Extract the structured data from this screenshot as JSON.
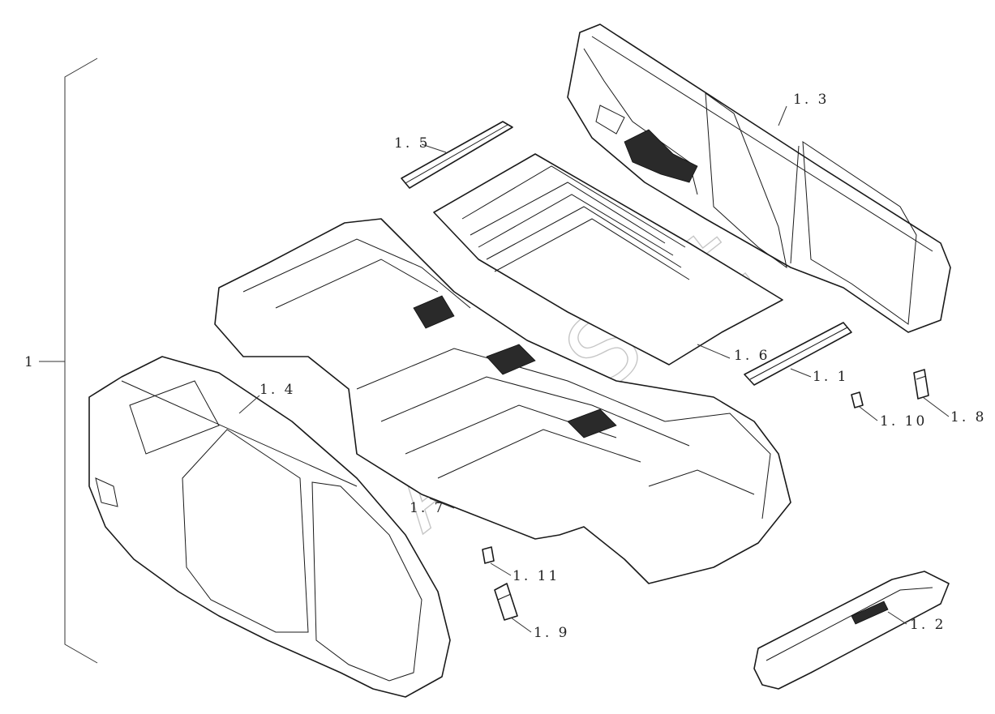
{
  "watermark": "AutoSoft",
  "labels": {
    "assembly": "1",
    "p1_1": "1. 1",
    "p1_2": "1. 2",
    "p1_3": "1. 3",
    "p1_4": "1. 4",
    "p1_5": "1. 5",
    "p1_6": "1. 6",
    "p1_7": "1. 7",
    "p1_8": "1. 8",
    "p1_9": "1. 9",
    "p1_10": "1. 10",
    "p1_11": "1. 11"
  }
}
